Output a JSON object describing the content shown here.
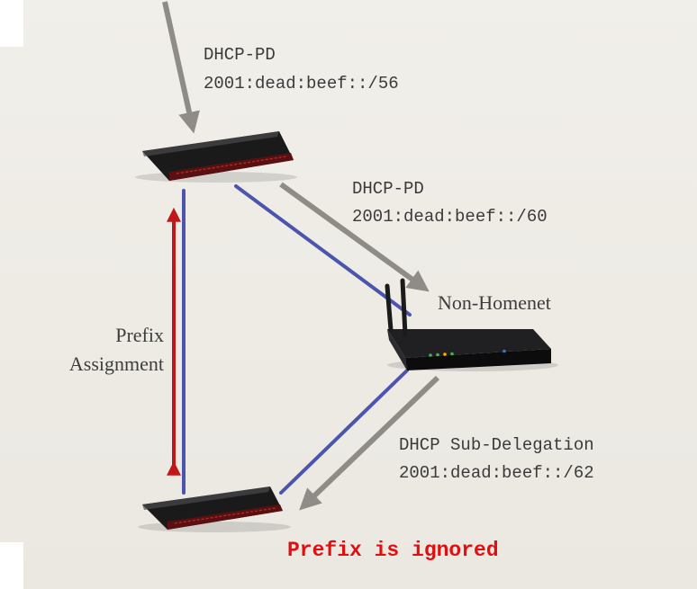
{
  "labels": {
    "upstream_pd_line1": "DHCP-PD",
    "upstream_pd_line2": "2001:dead:beef::/56",
    "middle_pd_line1": "DHCP-PD",
    "middle_pd_line2": "2001:dead:beef::/60",
    "non_homenet_label": "Non-Homenet",
    "prefix_assignment_line1": "Prefix",
    "prefix_assignment_line2": "Assignment",
    "subdelegation_line1": "DHCP Sub-Delegation",
    "subdelegation_line2": "2001:dead:beef::/62",
    "ignored_notice": "Prefix is ignored"
  },
  "colors": {
    "link_blue": "#3a45a8",
    "assignment_red": "#c01818",
    "delegation_arrow_gray": "#8f8b86",
    "ignored_text_red": "#e01010"
  },
  "icons": {
    "top_router": "router-icon",
    "bottom_router": "router-icon",
    "non_homenet_router": "antenna-router-icon"
  }
}
